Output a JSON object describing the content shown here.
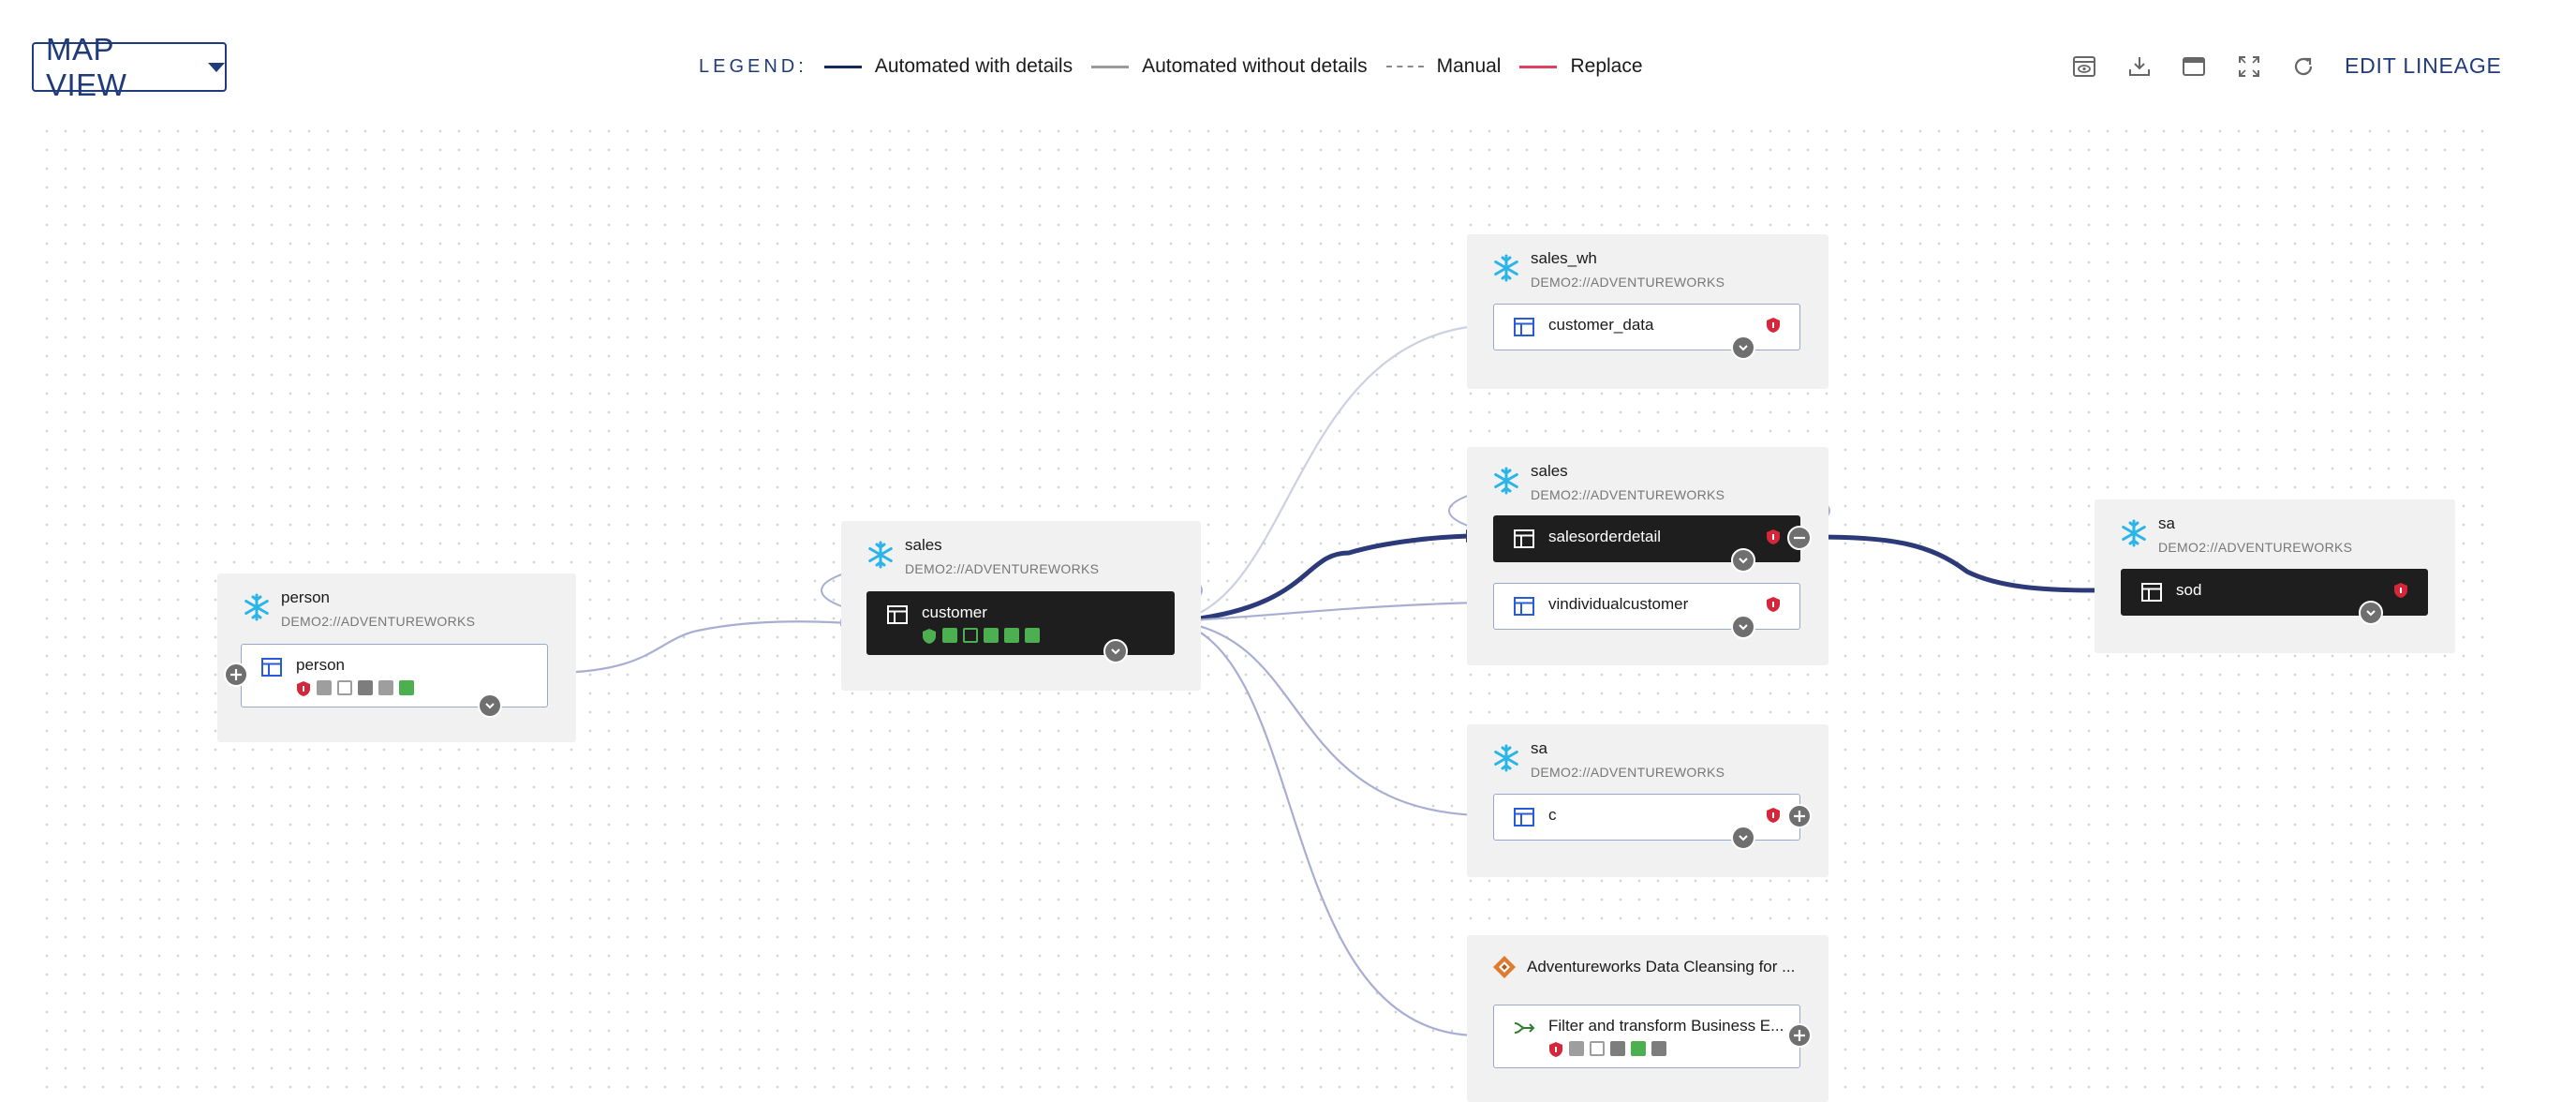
{
  "toolbar": {
    "map_view_label": "MAP VIEW",
    "legend_title": "LEGEND:",
    "legend_items": [
      {
        "label": "Automated with details",
        "color": "#152a5c"
      },
      {
        "label": "Automated without details",
        "color": "#9a9a9a"
      },
      {
        "label": "Manual",
        "color": "#8a8a8a"
      },
      {
        "label": "Replace",
        "color": "#e0405f"
      }
    ],
    "icons": [
      "eye-icon",
      "download-icon",
      "window-icon",
      "fullscreen-icon",
      "refresh-icon"
    ],
    "edit_lineage_label": "EDIT LINEAGE"
  },
  "colors": {
    "brand": "#1f3b7a",
    "snowflake": "#29b5e8",
    "shield_red": "#d6273a",
    "badge_green": "#4caf50",
    "badge_gray": "#8a8a8a"
  },
  "groups": {
    "person": {
      "title": "person",
      "subtitle": "DEMO2://ADVENTUREWORKS",
      "node": "person"
    },
    "sales_src": {
      "title": "sales",
      "subtitle": "DEMO2://ADVENTUREWORKS",
      "node": "customer"
    },
    "sales_wh": {
      "title": "sales_wh",
      "subtitle": "DEMO2://ADVENTUREWORKS",
      "node": "customer_data"
    },
    "sales": {
      "title": "sales",
      "subtitle": "DEMO2://ADVENTUREWORKS",
      "nodes": [
        "salesorderdetail",
        "vindividualcustomer"
      ]
    },
    "sa_c": {
      "title": "sa",
      "subtitle": "DEMO2://ADVENTUREWORKS",
      "node": "c"
    },
    "job": {
      "title": "Adventureworks Data Cleansing for ...",
      "node": "Filter and transform Business E..."
    },
    "sa_sod": {
      "title": "sa",
      "subtitle": "DEMO2://ADVENTUREWORKS",
      "node": "sod"
    }
  }
}
